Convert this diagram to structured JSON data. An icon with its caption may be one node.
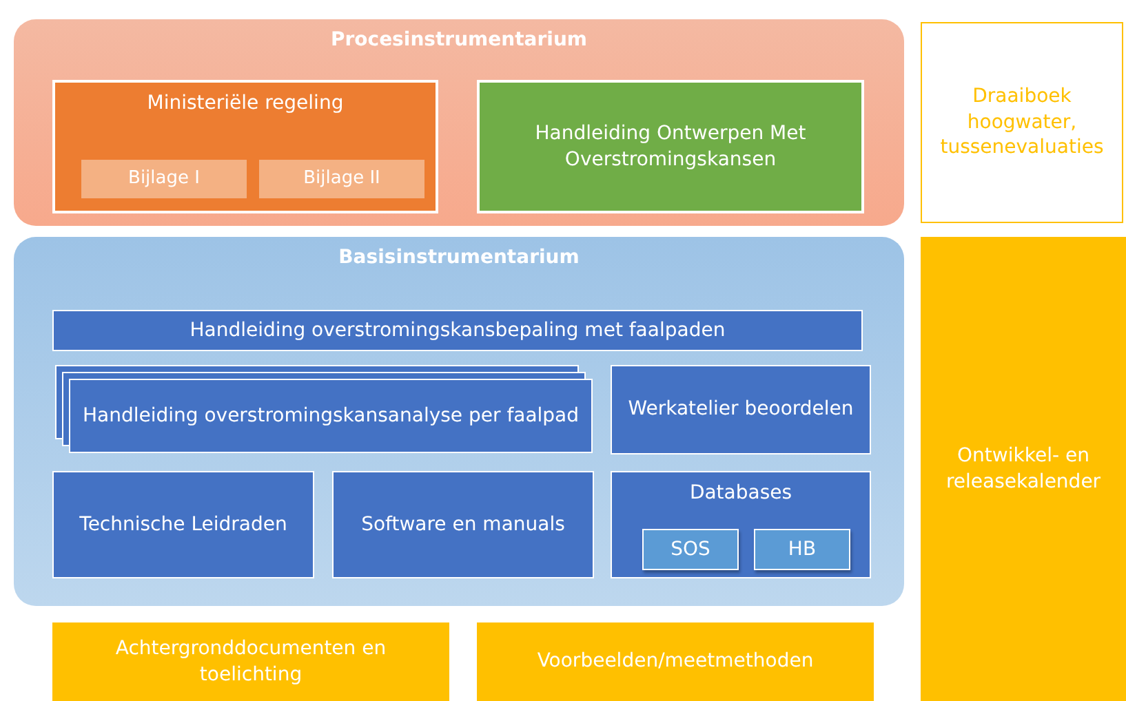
{
  "diagram": {
    "nodes": [
      {
        "text": [
          "Procesinstrumentarium"
        ]
      },
      {
        "text": [
          "Ministeriële regeling"
        ],
        "in": 0
      },
      {
        "text": [
          "Bijlage I"
        ],
        "in": 1
      },
      {
        "text": [
          "Bijlage II"
        ],
        "in": 1
      },
      {
        "text": [
          "Handleiding Ontwerpen Met Overstromingskansen"
        ],
        "in": 0
      },
      {
        "text": [
          "Draaiboek hoogwater, tussenevaluaties"
        ]
      },
      {
        "text": [
          "Basisinstrumentarium"
        ]
      },
      {
        "text": [
          "Handleiding overstromingskansbepaling met faalpaden"
        ],
        "in": 6
      },
      {
        "text": [
          "Handleiding overstromingskansanalyse per faalpad"
        ],
        "in": 6
      },
      {
        "text": [
          "Werkatelier beoordelen"
        ],
        "in": 6
      },
      {
        "text": [
          "Technische Leidraden"
        ],
        "in": 6
      },
      {
        "text": [
          "Software en manuals"
        ],
        "in": 6
      },
      {
        "text": [
          "Databases"
        ],
        "in": 6
      },
      {
        "text": [
          "SOS"
        ],
        "in": 12
      },
      {
        "text": [
          "HB"
        ],
        "in": 12
      },
      {
        "text": [
          "Ontwikkel- en releasekalender"
        ]
      },
      {
        "text": [
          "Achtergronddocumenten en toelichting"
        ]
      },
      {
        "text": [
          "Voorbeelden/meetmethoden"
        ]
      }
    ]
  }
}
